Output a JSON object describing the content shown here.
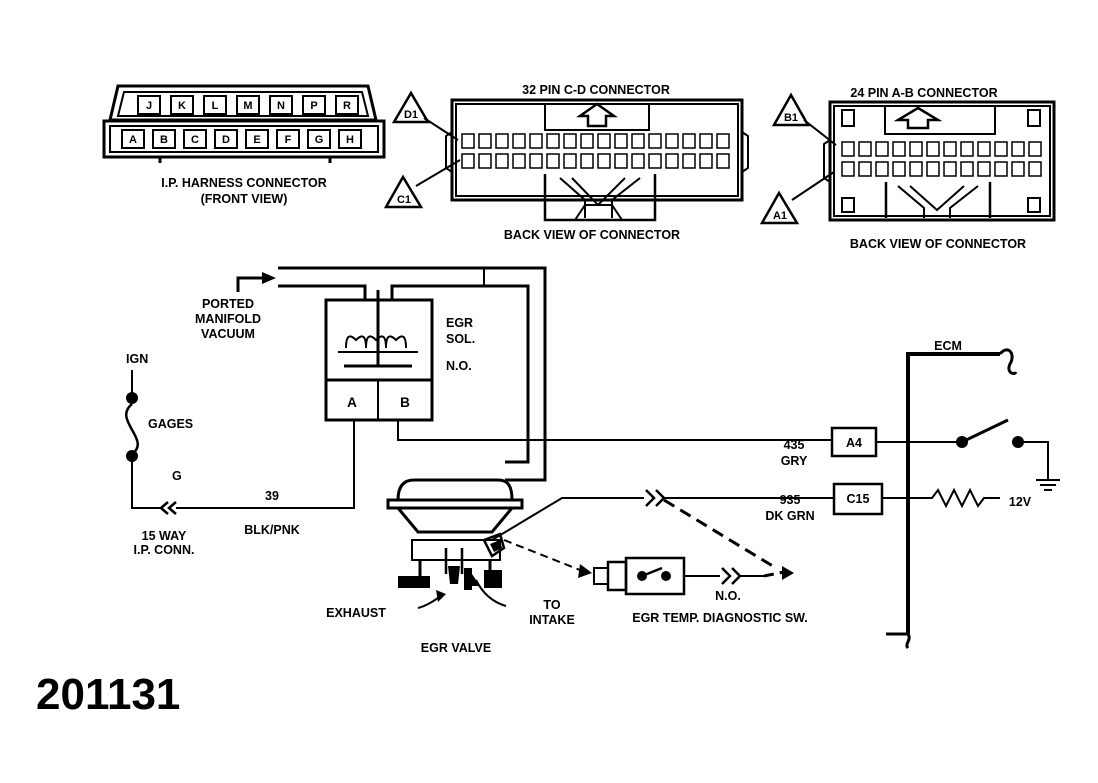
{
  "figure_number": "201131",
  "colors": {
    "ink": "#000000",
    "paper": "#ffffff"
  },
  "connectors": {
    "ip_harness": {
      "title": "I.P. HARNESS CONNECTOR",
      "subtitle": "(FRONT VIEW)",
      "top_row": [
        "J",
        "K",
        "L",
        "M",
        "N",
        "P",
        "R"
      ],
      "bottom_row": [
        "A",
        "B",
        "C",
        "D",
        "E",
        "F",
        "G",
        "H"
      ]
    },
    "cd32": {
      "title": "32 PIN C-D CONNECTOR",
      "caption": "BACK VIEW OF CONNECTOR",
      "marker_top": "D1",
      "marker_bottom": "C1"
    },
    "ab24": {
      "title": "24 PIN A-B CONNECTOR",
      "caption": "BACK VIEW OF CONNECTOR",
      "marker_top": "B1",
      "marker_bottom": "A1"
    }
  },
  "circuit": {
    "vacuum_l1": "PORTED",
    "vacuum_l2": "MANIFOLD",
    "vacuum_l3": "VACUUM",
    "solenoid_l1": "EGR",
    "solenoid_l2": "SOL.",
    "solenoid_state": "N.O.",
    "term_a": "A",
    "term_b": "B",
    "ign": "IGN",
    "gages": "GAGES",
    "g": "G",
    "wire_39_num": "39",
    "wire_39_color": "BLK/PNK",
    "ip_conn_l1": "15 WAY",
    "ip_conn_l2": "I.P. CONN.",
    "ecm": "ECM",
    "wire_435_num": "435",
    "wire_435_color": "GRY",
    "wire_935_num": "935",
    "wire_935_color": "DK GRN",
    "pin_a4": "A4",
    "pin_c15": "C15",
    "voltage": "12V",
    "exhaust": "EXHAUST",
    "to_l1": "TO",
    "to_l2": "INTAKE",
    "egr_valve": "EGR VALVE",
    "switch_state": "N.O.",
    "egr_temp_sw": "EGR TEMP. DIAGNOSTIC SW."
  }
}
